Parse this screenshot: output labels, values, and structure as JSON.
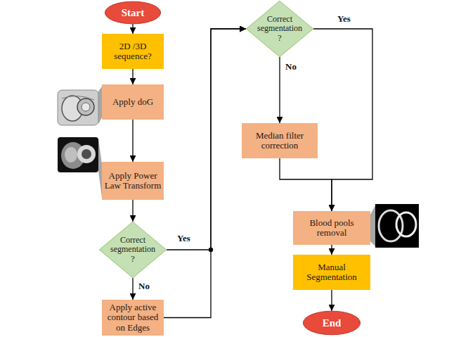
{
  "diagram": {
    "nodes": [
      {
        "text": [
          "Start"
        ]
      },
      {
        "text": [
          "2D /3D sequence?"
        ]
      },
      {
        "text": [
          "Apply doG"
        ]
      },
      {
        "text": [
          "Apply Power Law Transform"
        ]
      },
      {
        "text": [
          "Correct segmentation ?"
        ]
      },
      {
        "text": [
          "Apply active contour based on Edges"
        ]
      },
      {
        "text": [
          "Correct segmentation ?"
        ]
      },
      {
        "text": [
          "Median filter correction"
        ]
      },
      {
        "text": [
          "Blood pools removal"
        ]
      },
      {
        "text": [
          "Manual Segmentation"
        ]
      },
      {
        "text": [
          "End"
        ]
      }
    ],
    "edges": [
      {
        "from": 0,
        "to": 1,
        "arrow": "to"
      },
      {
        "from": 1,
        "to": 2,
        "arrow": "to"
      },
      {
        "from": 2,
        "to": 3,
        "arrow": "to"
      },
      {
        "from": 3,
        "to": 4,
        "arrow": "to"
      },
      {
        "from": 4,
        "to": 5,
        "label": "No",
        "arrow": "to"
      },
      {
        "from": 4,
        "to": 6,
        "label": "Yes",
        "arrow": "to"
      },
      {
        "from": 5,
        "to": 6,
        "arrow": "to"
      },
      {
        "from": 6,
        "to": 7,
        "label": "No",
        "arrow": "to"
      },
      {
        "from": 6,
        "to": 8,
        "label": "Yes",
        "arrow": "to"
      },
      {
        "from": 7,
        "to": 8,
        "arrow": "to"
      },
      {
        "from": 8,
        "to": 9,
        "arrow": "to"
      },
      {
        "from": 9,
        "to": 10,
        "arrow": "to"
      }
    ]
  }
}
